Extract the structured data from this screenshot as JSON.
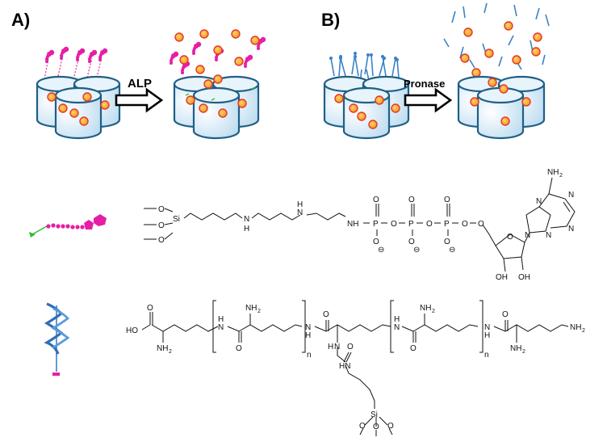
{
  "panels": {
    "a_label": "A)",
    "b_label": "B)",
    "a_arrow_label": "ALP",
    "b_arrow_label": "Pronase"
  },
  "structure1": {
    "silane_o1": "O",
    "silane_o2": "O",
    "silane_o3": "O",
    "silicon": "Si",
    "nh1": "N",
    "h1": "H",
    "nh2": "N",
    "h2": "H",
    "nh3": "NH",
    "p1": "P",
    "p2": "P",
    "p3": "P",
    "o_bridge1": "O",
    "o_bridge2": "O",
    "o_bridge3": "O",
    "o_ribose_link": "O",
    "o_p1_top": "O",
    "o_p2_top": "O",
    "o_p3_top": "O",
    "o_p1_bottom": "O",
    "o_p2_bottom": "O",
    "o_p3_bottom": "O",
    "charge": "⊖",
    "adenine_nh2": "NH",
    "adenine_nh2_sub": "2",
    "n1": "N",
    "n3": "N",
    "n7": "N",
    "n9": "N",
    "n_ring": "N",
    "o_ring": "O",
    "oh1": "OH",
    "oh2": "OH"
  },
  "structure2": {
    "hooc": "HO",
    "o_acid": "O",
    "nh2_a": "NH",
    "nh2_a_sub": "2",
    "nh_b": "NH",
    "nh_b_sub": "2",
    "o_b": "O",
    "n_1": "N",
    "h_1": "H",
    "n_2": "N",
    "h_2": "H",
    "n_sub": "n",
    "o_mid": "O",
    "n_mid": "N",
    "h_mid": "H",
    "o_urea": "O",
    "hn_urea": "HN",
    "nh2_c": "NH",
    "nh2_c_sub": "2",
    "o_c": "O",
    "n_3": "N",
    "h_3": "H",
    "n_4": "N",
    "h_4": "H",
    "o_end": "O",
    "nh2_d": "NH",
    "nh2_d_sub": "2",
    "nh2_term": "NH",
    "nh2_term_sub": "2",
    "si": "Si",
    "o_1": "O",
    "o_2": "O",
    "o_3": "O"
  },
  "colors": {
    "container_fill": "#cfe7f5",
    "container_stroke": "#1f5f86",
    "cargo_fill": "#f7a520",
    "cargo_stroke": "#e5362f",
    "nucleotide": "#e61ea5",
    "linker_green": "#2ec02e",
    "helix_blue": "#3b82c8",
    "arrow_fill": "#ffffff",
    "arrow_stroke": "#000000"
  }
}
